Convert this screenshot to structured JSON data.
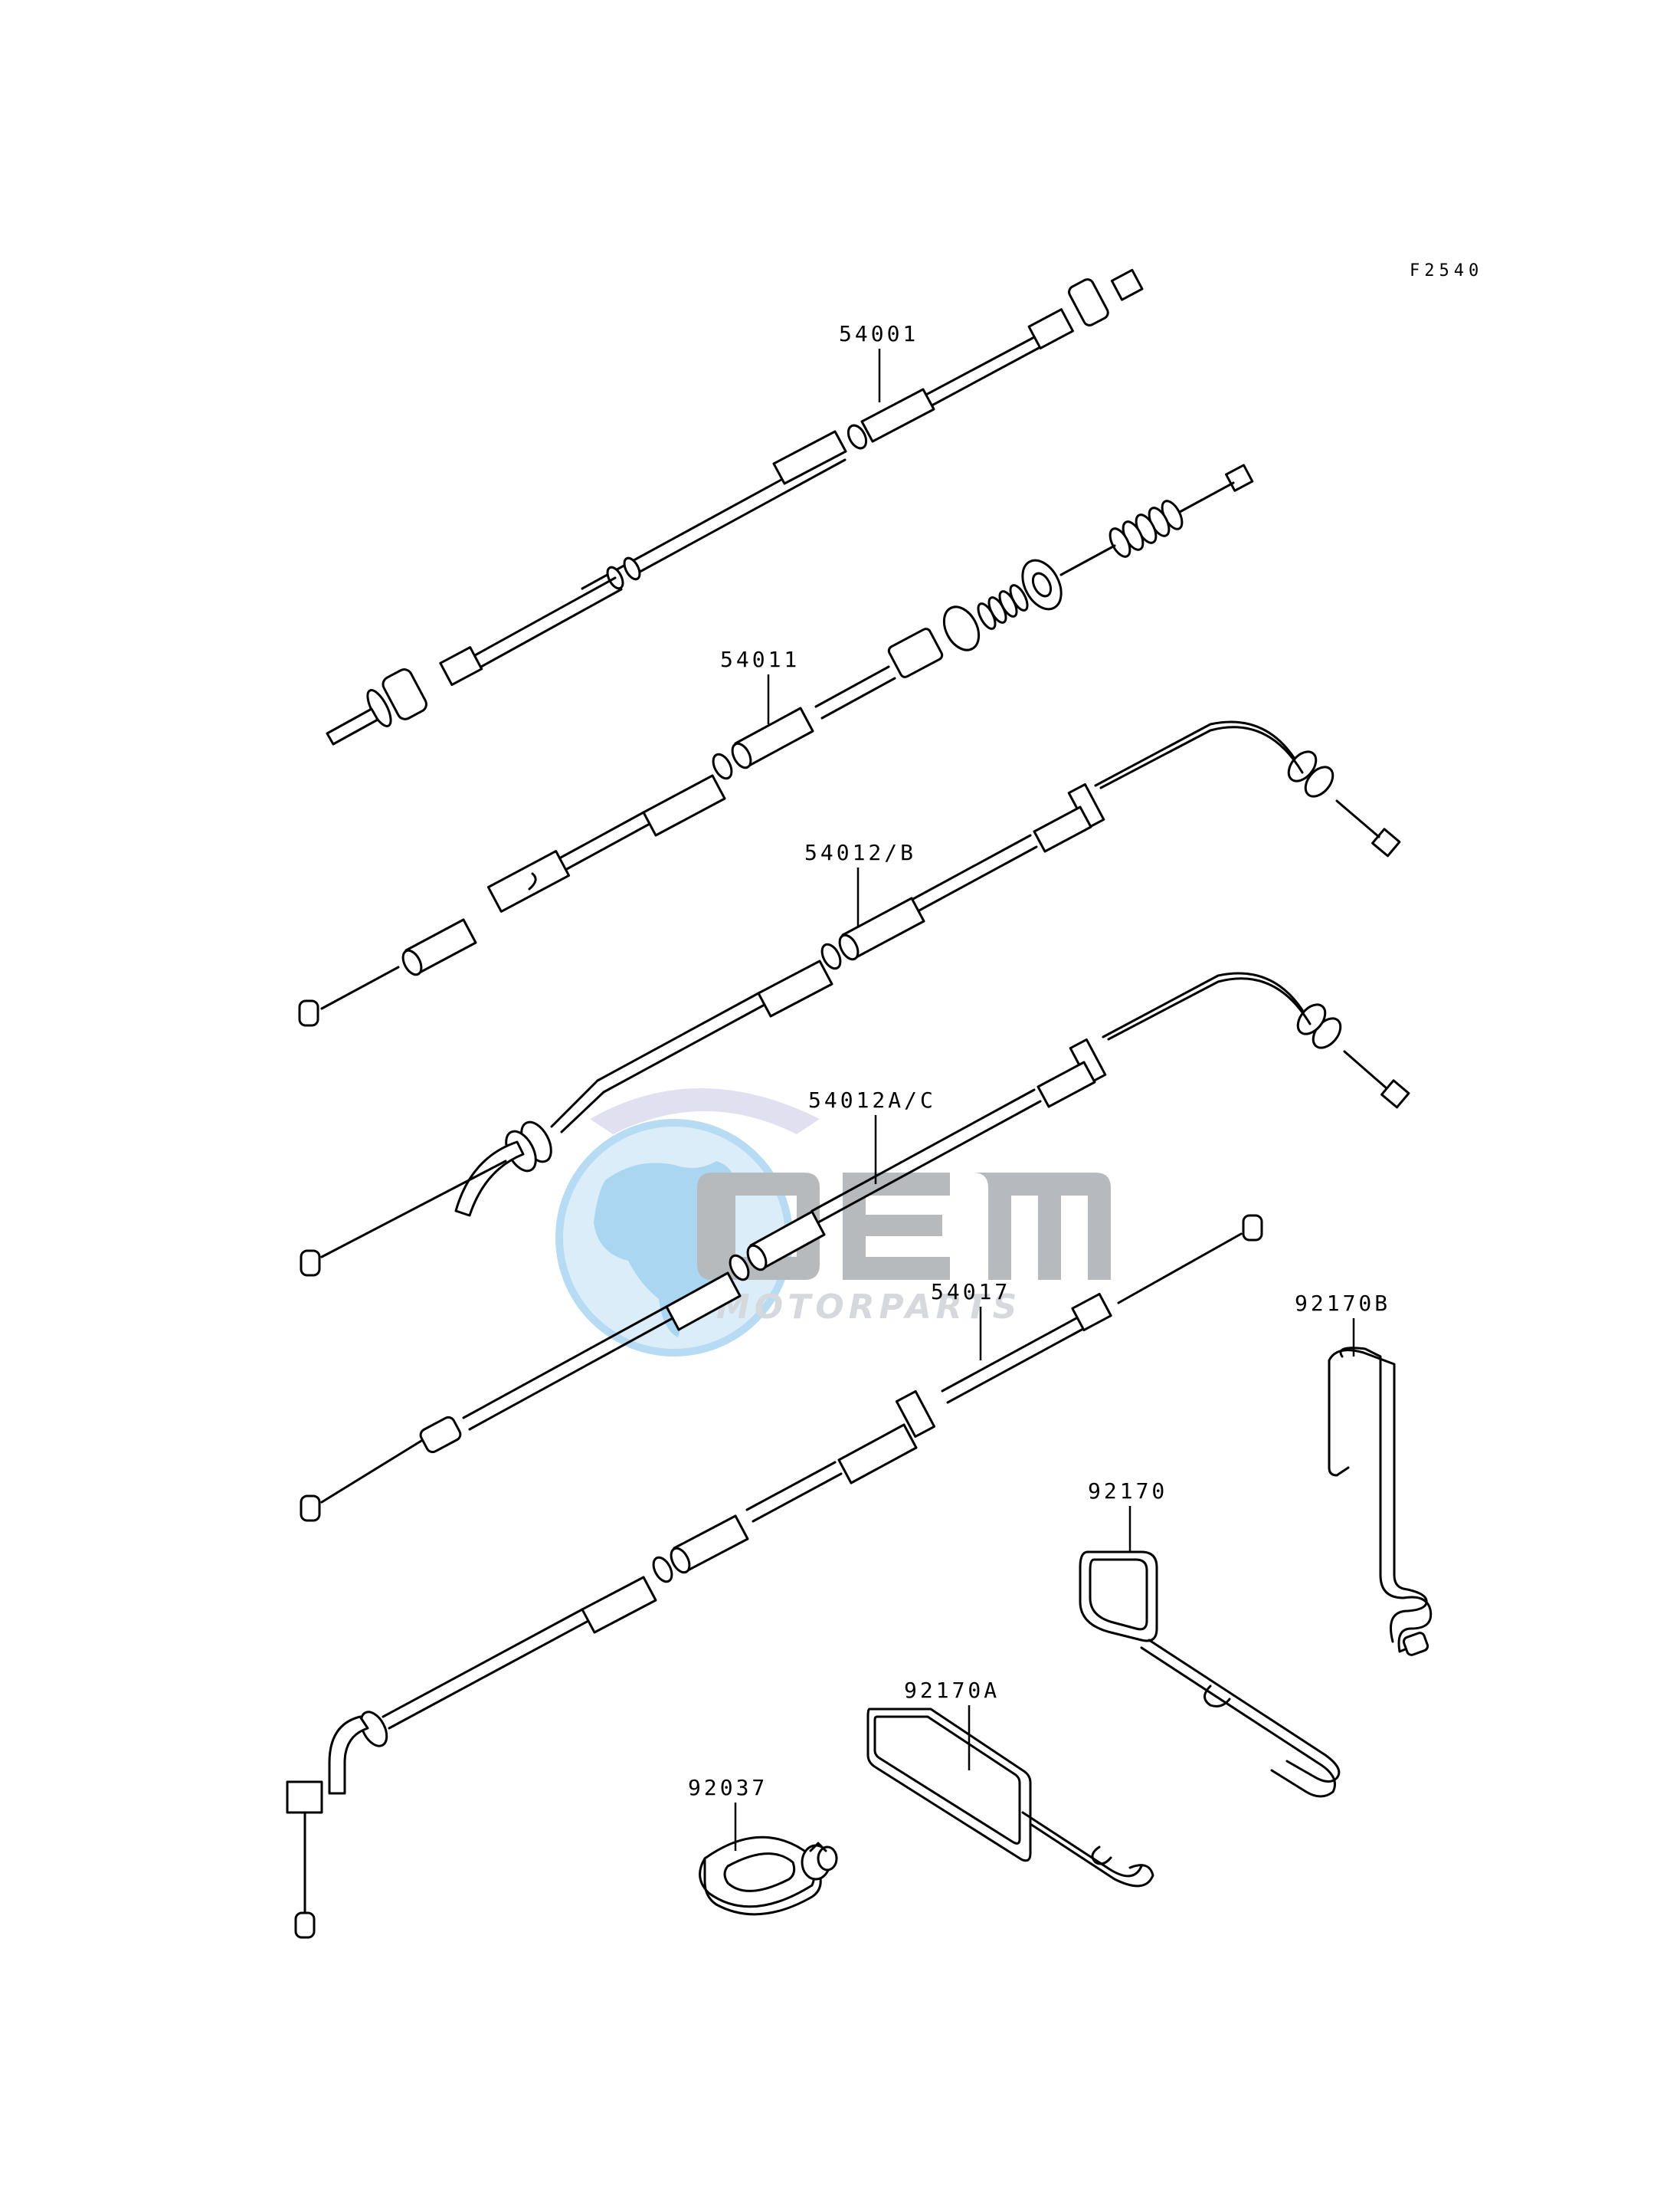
{
  "figure_code": "F2540",
  "parts": [
    {
      "id": "speedometer-cable",
      "number": "54001"
    },
    {
      "id": "clutch-cable",
      "number": "54011"
    },
    {
      "id": "throttle-cable-b",
      "number": "54012/B"
    },
    {
      "id": "throttle-cable-ac",
      "number": "54012A/C"
    },
    {
      "id": "choke-cable",
      "number": "54017"
    },
    {
      "id": "clamp-b",
      "number": "92170B"
    },
    {
      "id": "clamp",
      "number": "92170"
    },
    {
      "id": "clamp-a",
      "number": "92170A"
    },
    {
      "id": "grommet",
      "number": "92037"
    }
  ],
  "watermark": {
    "logo": "OEM",
    "text": "MOTORPARTS",
    "colors": {
      "globe": "#a9d3f2",
      "letters": "#9ea3a8",
      "swoosh": "#d8d6ec"
    }
  },
  "colors": {
    "line": "#000000",
    "background": "#ffffff"
  }
}
